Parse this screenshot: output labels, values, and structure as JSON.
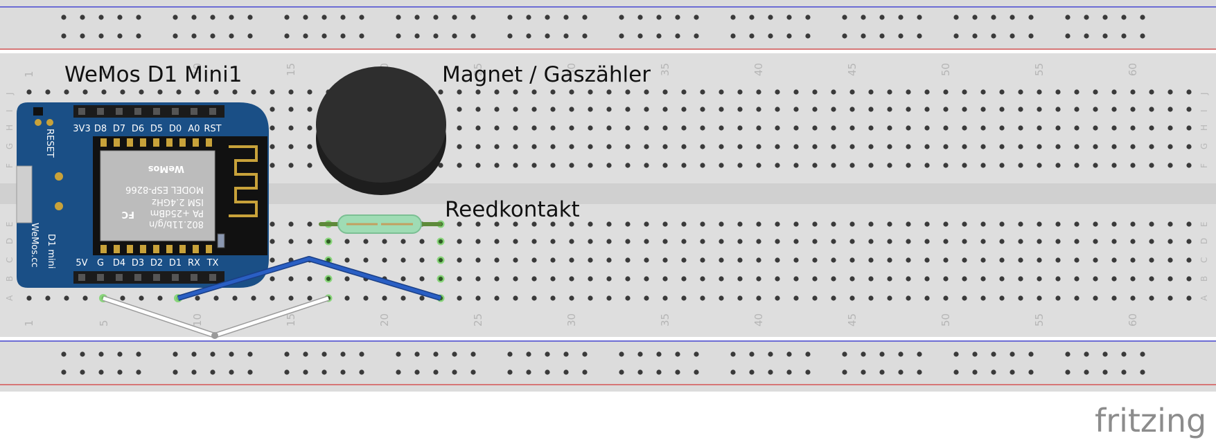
{
  "labels": {
    "wemos": "WeMos D1 Mini1",
    "magnet": "Magnet / Gaszähler",
    "reed": "Reedkontakt"
  },
  "breadboard": {
    "column_numbers": [
      "1",
      "5",
      "10",
      "15",
      "20",
      "25",
      "30",
      "35",
      "40",
      "45",
      "50",
      "55",
      "60"
    ],
    "rows_top": [
      "J",
      "I",
      "H",
      "G",
      "F"
    ],
    "rows_bottom": [
      "E",
      "D",
      "C",
      "B",
      "A"
    ]
  },
  "wemos_board": {
    "top_pins": [
      "3V3",
      "D8",
      "D7",
      "D6",
      "D5",
      "D0",
      "A0",
      "RST"
    ],
    "bottom_pins": [
      "5V",
      "G",
      "D4",
      "D3",
      "D2",
      "D1",
      "RX",
      "TX"
    ],
    "reset_label": "RESET",
    "module_lines": [
      "MODEL ESP-8266",
      "ISM 2.4GHz",
      "PA +25dBm",
      "802.11b/g/n"
    ],
    "module_brand": "WeMos",
    "fcc_mark": "FC",
    "title": "D1 mini",
    "url": "WeMos.cc"
  },
  "wires": [
    {
      "name": "wire-white",
      "color": "#ffffff",
      "from": "A5",
      "to": "A17"
    },
    {
      "name": "wire-blue",
      "color": "#2a5fc4",
      "from": "A9",
      "to": "A23"
    }
  ],
  "colors": {
    "board": "#1a4f86",
    "breadboard": "#dddddd",
    "rail_red": "#d23a3a",
    "rail_blue": "#2a2ad0",
    "magnet": "#2b2b2b",
    "reed_glass": "#9fdcb4"
  },
  "logo": "fritzing"
}
